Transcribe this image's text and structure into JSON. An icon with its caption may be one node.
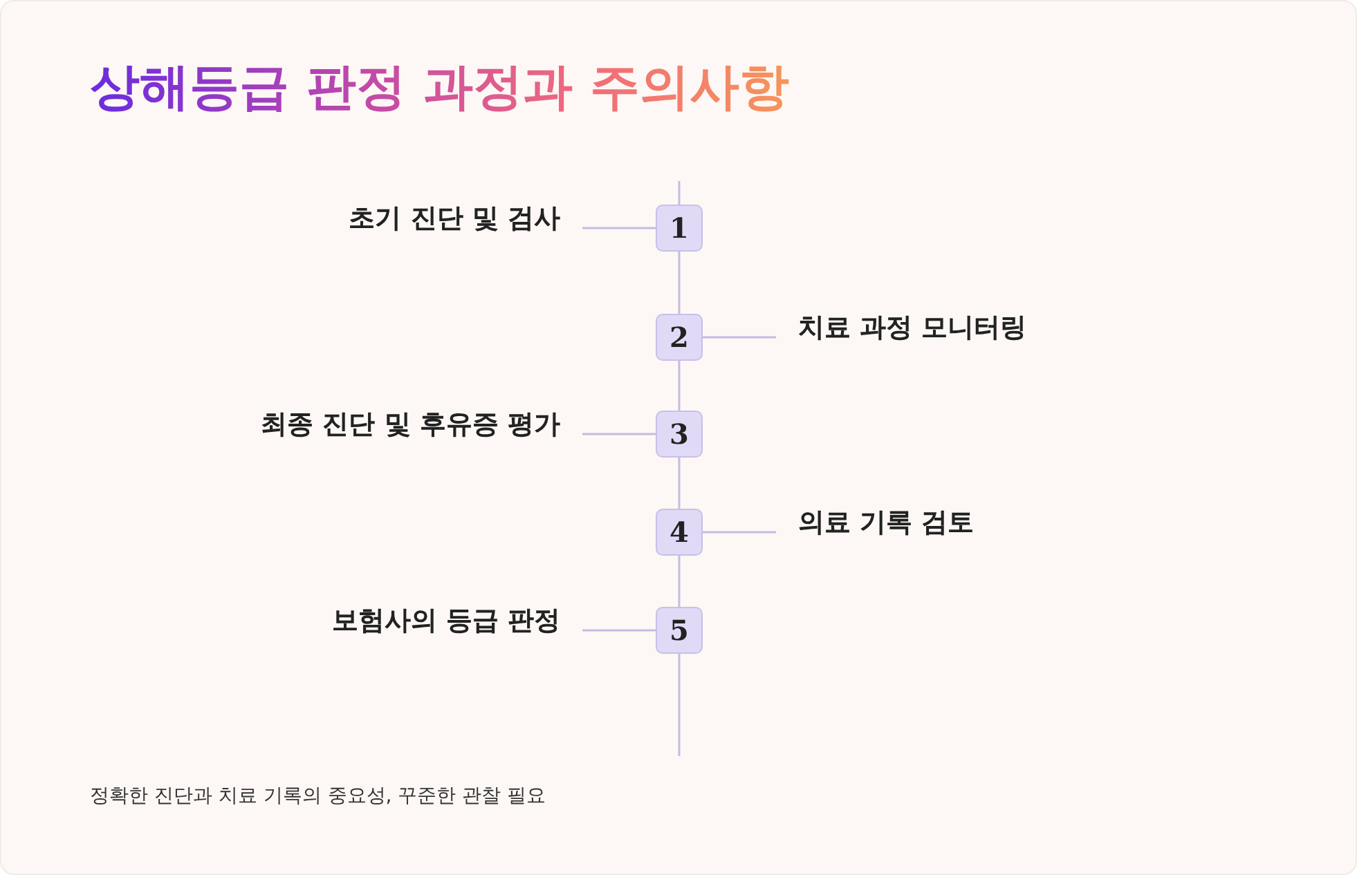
{
  "diagram": {
    "title": "상해등급 판정 과정과 주의사항",
    "caption": "정확한 진단과 치료 기록의 중요성, 꾸준한 관찰 필요",
    "nodes": [
      {
        "text": [
          "초기 진단 및 검사"
        ]
      },
      {
        "text": [
          "1"
        ]
      },
      {
        "text": [
          "2"
        ]
      },
      {
        "text": [
          "치료 과정 모니터링"
        ]
      },
      {
        "text": [
          "최종 진단 및 후유증 평가"
        ]
      },
      {
        "text": [
          "3"
        ]
      },
      {
        "text": [
          "4"
        ]
      },
      {
        "text": [
          "의료 기록 검토"
        ]
      },
      {
        "text": [
          "보험사의 등급 판정"
        ]
      },
      {
        "text": [
          "5"
        ]
      }
    ],
    "edges": [
      {
        "from": 0,
        "to": 1,
        "arrow": "none"
      },
      {
        "from": 3,
        "to": 2,
        "arrow": "none"
      },
      {
        "from": 4,
        "to": 5,
        "arrow": "none"
      },
      {
        "from": 7,
        "to": 6,
        "arrow": "none"
      },
      {
        "from": 8,
        "to": 9,
        "arrow": "none"
      },
      {
        "from": 1,
        "to": 2,
        "arrow": "none"
      },
      {
        "from": 2,
        "to": 5,
        "arrow": "none"
      },
      {
        "from": 5,
        "to": 6,
        "arrow": "none"
      },
      {
        "from": 6,
        "to": 9,
        "arrow": "none"
      }
    ]
  }
}
